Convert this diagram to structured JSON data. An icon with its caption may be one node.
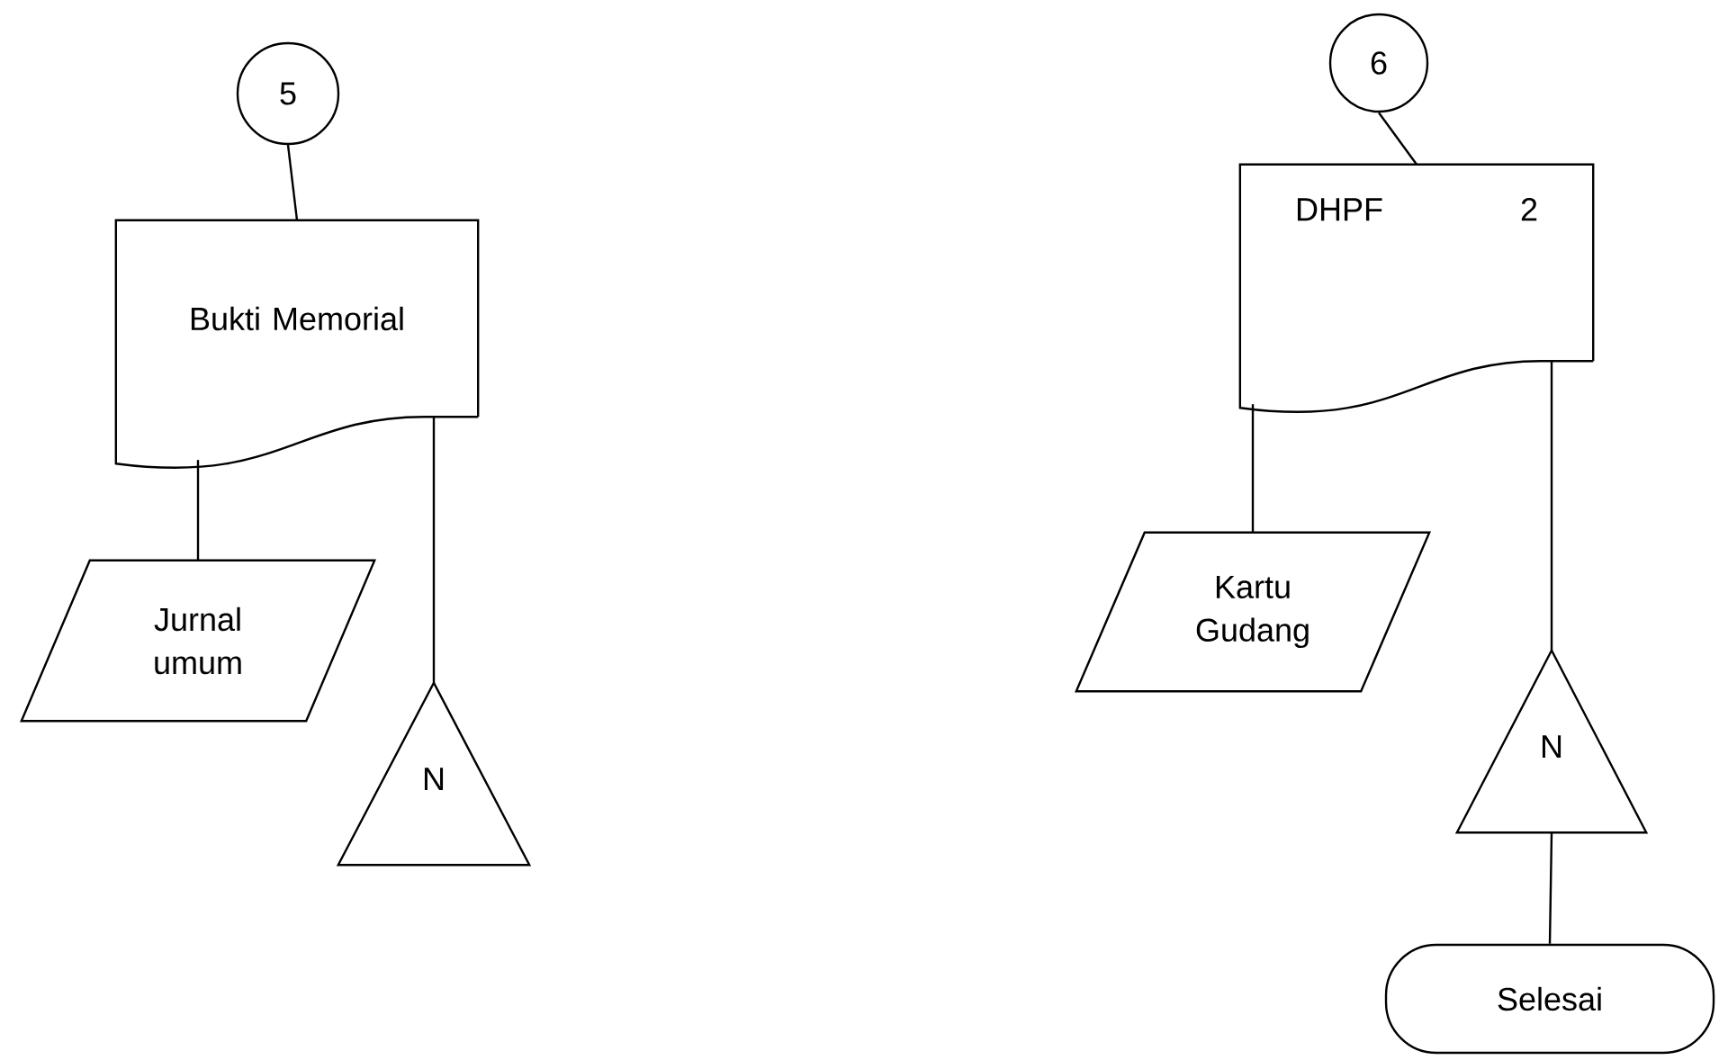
{
  "diagram": {
    "nodes": [
      {
        "text": [
          "5"
        ]
      },
      {
        "text": [
          "Bukti Memorial"
        ]
      },
      {
        "text": [
          "Jurnal umum"
        ]
      },
      {
        "text": [
          "N"
        ]
      },
      {
        "text": [
          "6"
        ]
      },
      {
        "text": [
          "DHPF",
          "2"
        ]
      },
      {
        "text": [
          "Kartu Gudang"
        ]
      },
      {
        "text": [
          "N"
        ]
      },
      {
        "text": [
          "Selesai"
        ]
      }
    ],
    "edges": [
      {
        "from": 0,
        "to": 1,
        "arrow": "none"
      },
      {
        "from": 1,
        "to": 2,
        "arrow": "none"
      },
      {
        "from": 1,
        "to": 3,
        "arrow": "none"
      },
      {
        "from": 4,
        "to": 5,
        "arrow": "none"
      },
      {
        "from": 5,
        "to": 6,
        "arrow": "none"
      },
      {
        "from": 5,
        "to": 7,
        "arrow": "none"
      },
      {
        "from": 7,
        "to": 8,
        "arrow": "none"
      }
    ]
  }
}
